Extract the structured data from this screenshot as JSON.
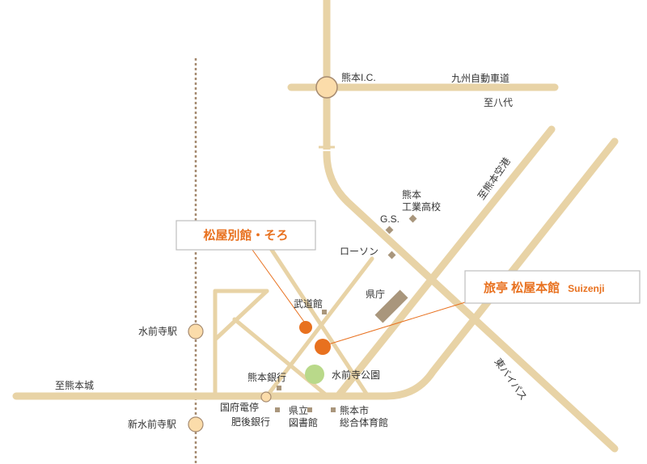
{
  "hotels": {
    "annex": {
      "name": "松屋別館・そろ"
    },
    "main": {
      "name": "旅亭 松屋本館",
      "romaji": "Suizenji"
    }
  },
  "roads": {
    "expressway": "九州自動車道",
    "to_yatsushiro": "至八代",
    "to_airport": "至熊本空港",
    "east_bypass": "東バイパス",
    "to_castle": "至熊本城"
  },
  "interchange": "熊本I.C.",
  "stations": {
    "suizenji": "水前寺駅",
    "shin_suizenji": "新水前寺駅",
    "tram_stop": "国府電停"
  },
  "landmarks": {
    "school_line1": "熊本",
    "school_line2": "工業高校",
    "gas_station": "G.S.",
    "lawson": "ローソン",
    "prefecture_office": "県庁",
    "budokan": "武道館",
    "park": "水前寺公園",
    "kumamoto_bank": "熊本銀行",
    "higo_bank": "肥後銀行",
    "library_line1": "県立",
    "library_line2": "図書館",
    "gym_line1": "熊本市",
    "gym_line2": "総合体育館"
  },
  "colors": {
    "road": "#e8d3a6",
    "rail": "#a58a70",
    "hotel_marker": "#e8711f",
    "park": "#b9d98a",
    "station": "#fbdcaa",
    "landmark": "#a9967c"
  }
}
